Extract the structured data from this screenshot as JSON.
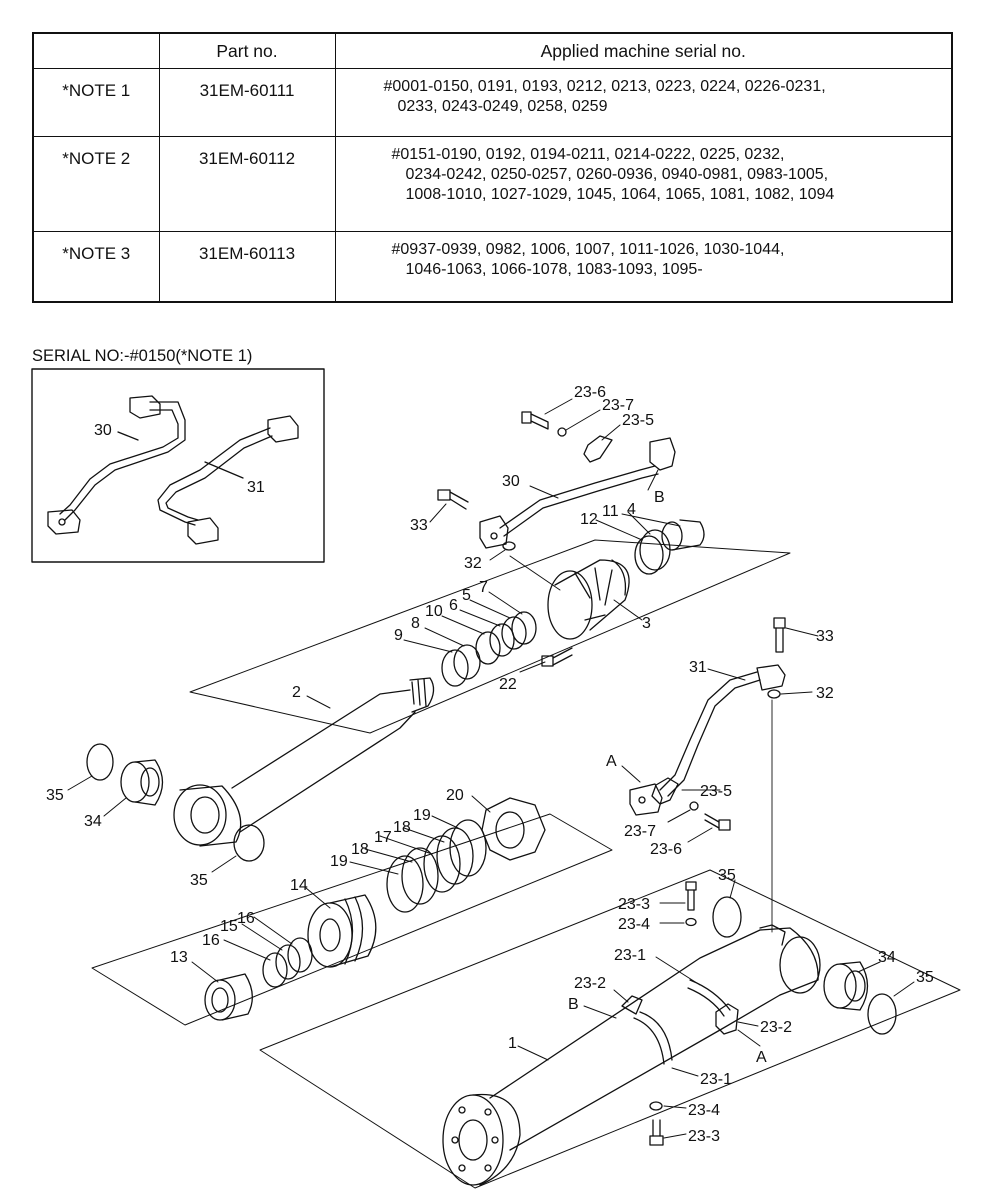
{
  "table": {
    "headers": [
      "",
      "Part no.",
      "Applied machine serial no."
    ],
    "rows": [
      {
        "note": "*NOTE 1",
        "part_no": "31EM-60111",
        "serial_lines": [
          "#0001-0150, 0191, 0193, 0212, 0213, 0223, 0224, 0226-0231,",
          "0233, 0243-0249, 0258, 0259"
        ]
      },
      {
        "note": "*NOTE 2",
        "part_no": "31EM-60112",
        "serial_lines": [
          "#0151-0190, 0192, 0194-0211, 0214-0222, 0225, 0232,",
          "0234-0242, 0250-0257, 0260-0936, 0940-0981, 0983-1005,",
          "1008-1010, 1027-1029, 1045, 1064, 1065, 1081, 1082, 1094"
        ]
      },
      {
        "note": "*NOTE 3",
        "part_no": "31EM-60113",
        "serial_lines": [
          "#0937-0939, 0982, 1006, 1007, 1011-1026, 1030-1044,",
          "1046-1063, 1066-1078, 1083-1093, 1095-"
        ]
      }
    ]
  },
  "inset": {
    "caption": "SERIAL NO:-#0150(*NOTE 1)",
    "labels": {
      "p30": "30",
      "p31": "31"
    }
  },
  "callouts": {
    "c23_6_top": "23-6",
    "c23_7_top": "23-7",
    "c23_5_top": "23-5",
    "c30": "30",
    "cB_top": "B",
    "c33_left": "33",
    "c4": "4",
    "c12": "12",
    "c11": "11",
    "c32_left": "32",
    "c7": "7",
    "c5": "5",
    "c6": "6",
    "c10": "10",
    "c8": "8",
    "c9": "9",
    "c3": "3",
    "c22": "22",
    "c2": "2",
    "c33_right": "33",
    "c31": "31",
    "c32_right": "32",
    "cA_left": "A",
    "c23_5_right": "23-5",
    "c23_7_right": "23-7",
    "c23_6_right": "23-6",
    "c35_a": "35",
    "c34_a": "34",
    "c35_b": "35",
    "c20": "20",
    "c19_a": "19",
    "c18_a": "18",
    "c17": "17",
    "c19_b": "19",
    "c18_b": "18",
    "c14": "14",
    "c16_a": "16",
    "c15": "15",
    "c16_b": "16",
    "c13": "13",
    "c35_c": "35",
    "c23_3_top": "23-3",
    "c23_4_top": "23-4",
    "c23_1_top": "23-1",
    "c23_2_left": "23-2",
    "cB_bottom": "B",
    "c34_b": "34",
    "c35_d": "35",
    "c23_2_right": "23-2",
    "cA_bottom": "A",
    "c1": "1",
    "c23_1_bottom": "23-1",
    "c23_4_bottom": "23-4",
    "c23_3_bottom": "23-3"
  }
}
